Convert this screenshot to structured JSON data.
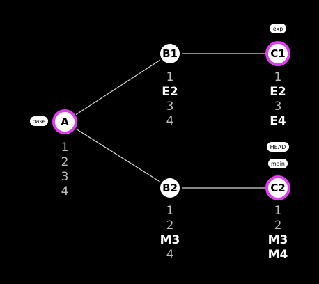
{
  "colors": {
    "background": "#000000",
    "node_fill": "#ffffff",
    "highlight_ring": "#e23cf2",
    "edge": "#d6d6d6",
    "line_text": "#bdbdbd",
    "changed_line_text": "#ffffff"
  },
  "nodes": [
    {
      "id": "A",
      "label": "A",
      "highlighted": true,
      "tags": [
        "base"
      ],
      "lines": [
        {
          "text": "1",
          "changed": false
        },
        {
          "text": "2",
          "changed": false
        },
        {
          "text": "3",
          "changed": false
        },
        {
          "text": "4",
          "changed": false
        }
      ]
    },
    {
      "id": "B1",
      "label": "B1",
      "highlighted": false,
      "tags": [],
      "lines": [
        {
          "text": "1",
          "changed": false
        },
        {
          "text": "E2",
          "changed": true
        },
        {
          "text": "3",
          "changed": false
        },
        {
          "text": "4",
          "changed": false
        }
      ]
    },
    {
      "id": "C1",
      "label": "C1",
      "highlighted": true,
      "tags": [
        "exp"
      ],
      "lines": [
        {
          "text": "1",
          "changed": false
        },
        {
          "text": "E2",
          "changed": true
        },
        {
          "text": "3",
          "changed": false
        },
        {
          "text": "E4",
          "changed": true
        }
      ]
    },
    {
      "id": "B2",
      "label": "B2",
      "highlighted": false,
      "tags": [],
      "lines": [
        {
          "text": "1",
          "changed": false
        },
        {
          "text": "2",
          "changed": false
        },
        {
          "text": "M3",
          "changed": true
        },
        {
          "text": "4",
          "changed": false
        }
      ]
    },
    {
      "id": "C2",
      "label": "C2",
      "highlighted": true,
      "tags": [
        "HEAD",
        "main"
      ],
      "lines": [
        {
          "text": "1",
          "changed": false
        },
        {
          "text": "2",
          "changed": false
        },
        {
          "text": "M3",
          "changed": true
        },
        {
          "text": "M4",
          "changed": true
        }
      ]
    }
  ],
  "edges": [
    {
      "from": "A",
      "to": "B1"
    },
    {
      "from": "B1",
      "to": "C1"
    },
    {
      "from": "A",
      "to": "B2"
    },
    {
      "from": "B2",
      "to": "C2"
    }
  ]
}
